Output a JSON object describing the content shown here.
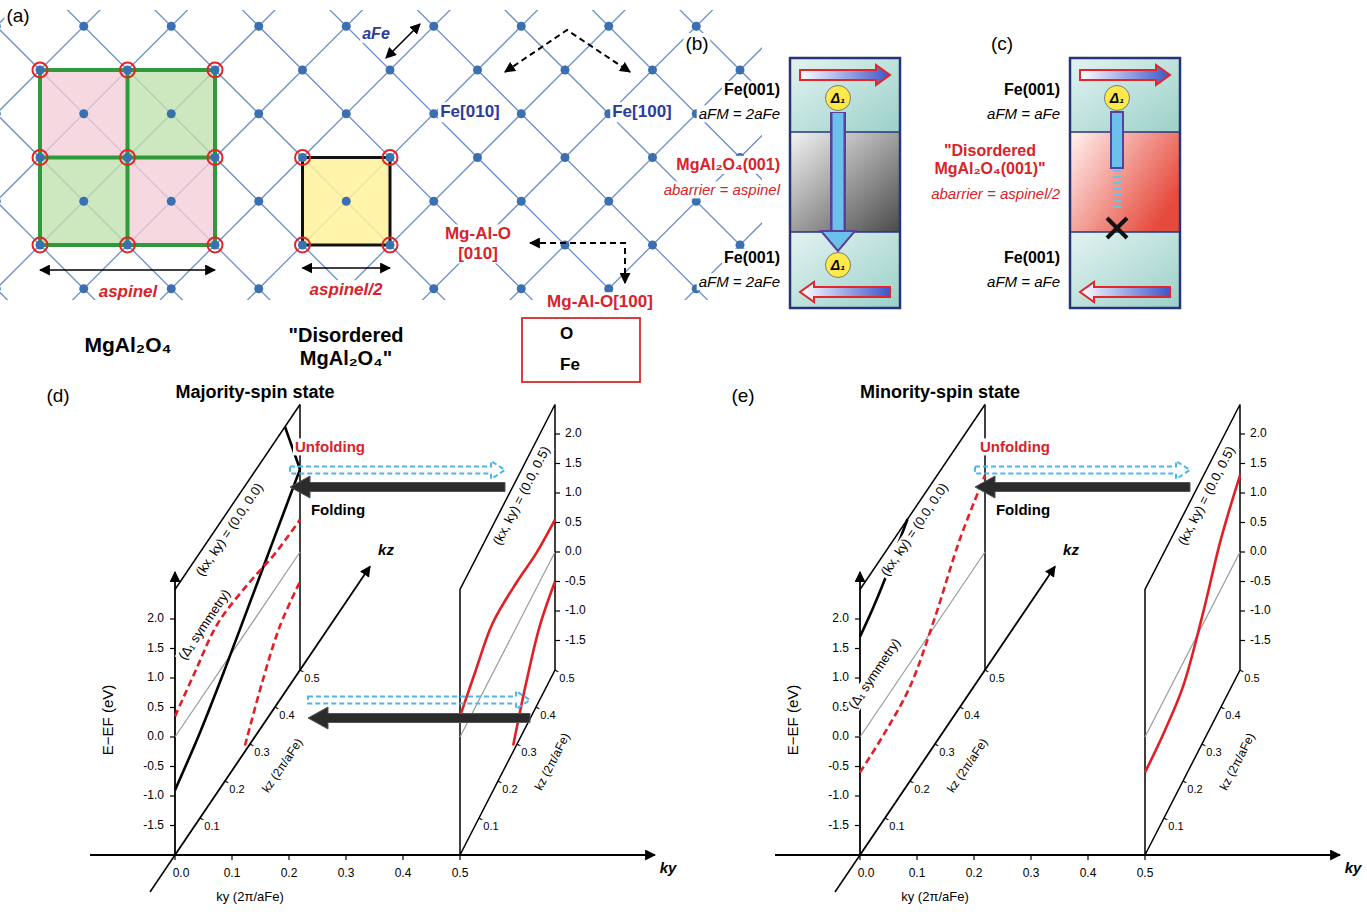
{
  "diagram": {
    "nodes": [
      {
        "text": [
          "Δ₁"
        ]
      },
      {
        "text": [
          "Δ₁"
        ]
      },
      {
        "text": [
          "Δ₁"
        ]
      }
    ],
    "edges": [
      {
        "from": 0,
        "to": 1,
        "arrow": "to"
      }
    ],
    "labels": [
      "(a)",
      "aFe",
      "Fe[010]",
      "Fe[100]",
      "Mg-Al-O [010]",
      "Mg-Al-O[100]",
      "aspinel",
      "MgAl₂O₄",
      "aspinel/2",
      "\"Disordered MgAl₂O₄\"",
      "(b)",
      "Fe(001)",
      "aFM = 2aFe",
      "MgAl₂O₄(001)",
      "abarrier = aspinel",
      "Fe(001)",
      "aFM = 2aFe",
      "(c)",
      "Fe(001)",
      "aFM = aFe",
      "\"Disordered MgAl₂O₄(001)\"",
      "abarrier = aspinel/2",
      "Fe(001)",
      "aFM = aFe",
      "(d)",
      "Majority-spin state",
      "E−EF (eV)",
      "2.0",
      "1.5",
      "1.0",
      "0.5",
      "0.0",
      "-0.5",
      "-1.0",
      "-1.5",
      "(kx, ky) = (0.0, 0.0)",
      "(Δ₁ symmetry)",
      "0.1",
      "0.2",
      "0.3",
      "0.4",
      "0.5",
      "kz (2π/aFe)",
      "kz",
      "(kx, ky) = (0.0, 0.5)",
      "2.0",
      "1.5",
      "1.0",
      "0.5",
      "0.0",
      "-0.5",
      "-1.0",
      "-1.5",
      "0.1",
      "0.2",
      "0.3",
      "0.4",
      "0.5",
      "kz (2π/aFe)",
      "0.0",
      "0.1",
      "0.2",
      "0.3",
      "0.4",
      "0.5",
      "ky (2π/aFe)",
      "ky",
      "Unfolding",
      "Folding",
      "(e)",
      "Minority-spin state",
      "E−EF (eV)",
      "2.0",
      "1.5",
      "1.0",
      "0.5",
      "0.0",
      "-0.5",
      "-1.0",
      "-1.5",
      "(kx, ky) = (0.0, 0.0)",
      "(Δ₁ symmetry)",
      "0.1",
      "0.2",
      "0.3",
      "0.4",
      "0.5",
      "kz (2π/aFe)",
      "kz",
      "(kx, ky) = (0.0, 0.5)",
      "2.0",
      "1.5",
      "1.0",
      "0.5",
      "0.0",
      "-0.5",
      "-1.0",
      "-1.5",
      "0.1",
      "0.2",
      "0.3",
      "0.4",
      "0.5",
      "kz (2π/aFe)",
      "0.0",
      "0.1",
      "0.2",
      "0.3",
      "0.4",
      "0.5",
      "ky (2π/aFe)",
      "ky",
      "Unfolding",
      "Folding"
    ],
    "legend": [
      {
        "text": "O"
      },
      {
        "text": "Fe"
      }
    ]
  }
}
